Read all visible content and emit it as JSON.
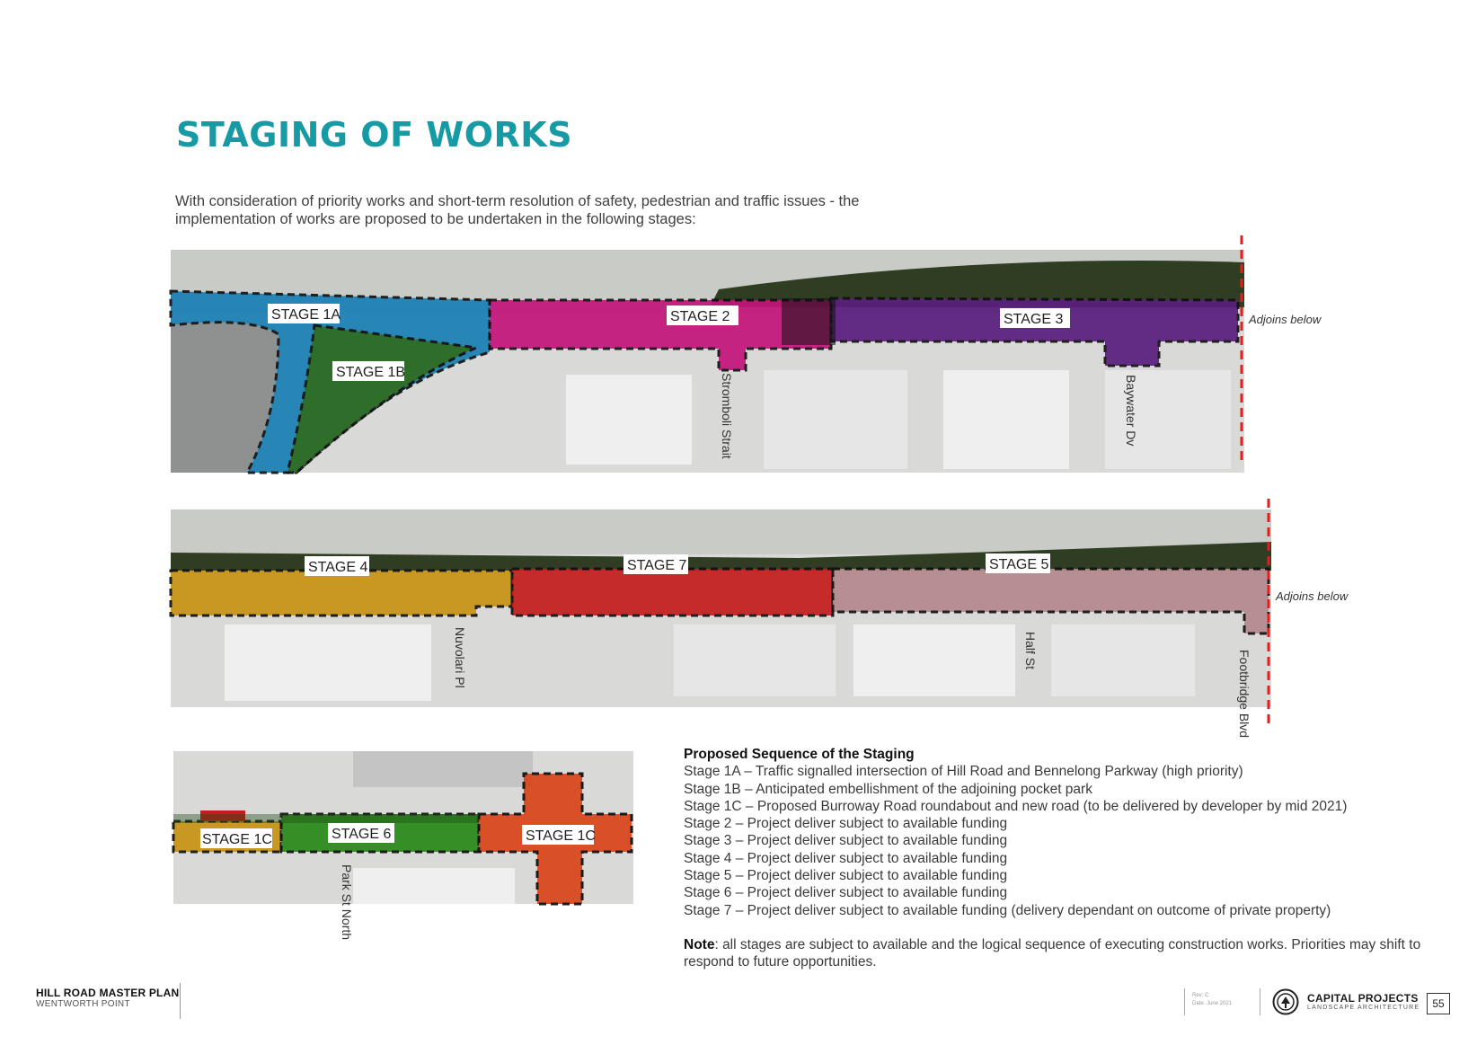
{
  "page": {
    "title": "STAGING OF WORKS",
    "intro": "With consideration of priority works and short-term resolution of safety, pedestrian and traffic issues - the implementation of works are proposed to be undertaken in the following stages:"
  },
  "maps": {
    "top": {
      "stages": [
        "STAGE 1A",
        "STAGE 1B",
        "STAGE 2",
        "STAGE 3"
      ],
      "streets": [
        "Stromboli Strait",
        "Baywater Dv"
      ],
      "adjoin": "Adjoins below"
    },
    "middle": {
      "stages": [
        "STAGE 4",
        "STAGE 7",
        "STAGE 5"
      ],
      "streets": [
        "Nuvolari Pl",
        "Half St",
        "Footbridge Blvd"
      ],
      "adjoin": "Adjoins below"
    },
    "bottom": {
      "stages": [
        "STAGE 1C",
        "STAGE 6",
        "STAGE 1C"
      ],
      "streets": [
        "Park St North"
      ]
    }
  },
  "stage_colors": {
    "1A": "#1a7fb5",
    "1B": "#2f6b1f",
    "2": "#c3167b",
    "3": "#5b1f7e",
    "4": "#c79416",
    "5": "#b58a8e",
    "6": "#2e8a1e",
    "7": "#c41e1e",
    "1C": "#d9481e"
  },
  "sequence": {
    "heading": "Proposed Sequence of the Staging",
    "items": [
      "Stage 1A – Traffic signalled intersection of Hill Road and Bennelong Parkway (high priority)",
      "Stage 1B – Anticipated embellishment of the adjoining pocket park",
      "Stage 1C – Proposed Burroway Road roundabout and new road (to be delivered by developer by mid 2021)",
      "Stage 2 – Project deliver subject to available funding",
      "Stage 3 – Project deliver subject to available funding",
      "Stage 4 – Project deliver subject to available funding",
      "Stage 5 – Project deliver subject to available funding",
      "Stage 6 – Project deliver subject to available funding",
      "Stage 7 – Project deliver subject to available funding (delivery dependant on outcome of private property)"
    ],
    "note_label": "Note",
    "note_text": ": all stages are subject to available and the logical sequence of executing construction works. Priorities may shift to respond to future opportunities."
  },
  "footer": {
    "title": "HILL ROAD MASTER PLAN",
    "subtitle": "WENTWORTH POINT",
    "rev": "Rev: C",
    "date": "Date: June 2021",
    "brand": "CAPITAL PROJECTS",
    "brand_sub": "LANDSCAPE ARCHITECTURE",
    "page_number": "55"
  }
}
